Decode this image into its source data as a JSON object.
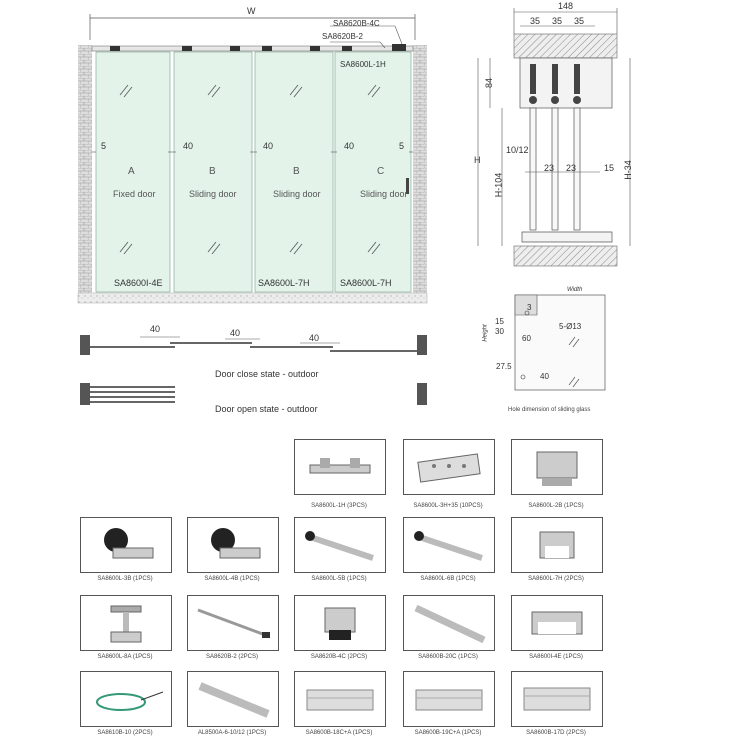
{
  "front_view": {
    "width_label": "W",
    "top_labels": [
      "SA8620B-4C",
      "SA8620B-2"
    ],
    "track_label": "SA8600L-1H",
    "gaps": [
      "5",
      "40",
      "40",
      "40",
      "5"
    ],
    "panels": [
      {
        "letter": "A",
        "type": "Fixed door",
        "part": "SA8600I-4E"
      },
      {
        "letter": "B",
        "type": "Sliding door",
        "part": ""
      },
      {
        "letter": "B",
        "type": "Sliding door",
        "part": "SA8600L-7H"
      },
      {
        "letter": "C",
        "type": "Sliding door",
        "part": "SA8600L-7H"
      }
    ]
  },
  "section_view": {
    "total": "148",
    "spacing": [
      "35",
      "35",
      "35"
    ],
    "header_height": "84",
    "height": "H",
    "h_minus_104": "H-104",
    "h_minus_34": "H-34",
    "glass": "10/12",
    "gaps": [
      "23",
      "23",
      "15"
    ]
  },
  "plan_views": {
    "closed_gaps": [
      "40",
      "40",
      "40"
    ],
    "closed_label": "Door close state - outdoor",
    "open_label": "Door open state - outdoor"
  },
  "hole_detail": {
    "width": "Width",
    "height": "Height",
    "dims": [
      "3",
      "15",
      "30",
      "60",
      "27.5",
      "40"
    ],
    "holes": "5-Ø13",
    "caption": "Hole dimension of sliding glass"
  },
  "parts": [
    {
      "label": "SA8600L-1H (3PCS)",
      "icon": "pulley-bracket-icon"
    },
    {
      "label": "SA8600L-3H+35 (10PCS)",
      "icon": "plate-icon"
    },
    {
      "label": "SA8600L-2B (1PCS)",
      "icon": "clamp-icon"
    },
    {
      "label": "SA8600L-3B (1PCS)",
      "icon": "roller-icon"
    },
    {
      "label": "SA8600L-4B (1PCS)",
      "icon": "roller-icon"
    },
    {
      "label": "SA8600L-5B (1PCS)",
      "icon": "arm-icon"
    },
    {
      "label": "SA8600L-6B (1PCS)",
      "icon": "arm-icon"
    },
    {
      "label": "SA8600L-7H (2PCS)",
      "icon": "clamp-icon"
    },
    {
      "label": "SA8600L-8A (1PCS)",
      "icon": "stand-icon"
    },
    {
      "label": "SA8620B-2 (2PCS)",
      "icon": "bar-icon"
    },
    {
      "label": "SA8620B-4C (2PCS)",
      "icon": "stopper-icon"
    },
    {
      "label": "SA8600B-20C (1PCS)",
      "icon": "rail-icon"
    },
    {
      "label": "SA8600I-4E (1PCS)",
      "icon": "clamp-icon"
    },
    {
      "label": "SA8610B-10 (2PCS)",
      "icon": "seal-icon"
    },
    {
      "label": "AL8500A-6-10/12 (1PCS)",
      "icon": "rail-icon"
    },
    {
      "label": "SA8600B-18C+A (1PCS)",
      "icon": "profile-icon"
    },
    {
      "label": "SA8600B-19C+A (1PCS)",
      "icon": "profile-icon"
    },
    {
      "label": "SA8600B-17D (2PCS)",
      "icon": "profile-icon"
    }
  ]
}
